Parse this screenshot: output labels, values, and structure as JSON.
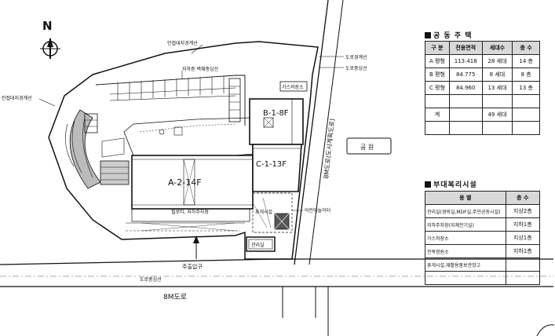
{
  "compass": {
    "label": "N"
  },
  "labels": {
    "adjacent_boundary_top": "인접대지경계선",
    "adjacent_boundary_left": "인접대지경계선",
    "road_boundary_1": "도로경계선",
    "road_boundary_2": "도로중심선",
    "road_center_bottom": "도로중심선",
    "road_bottom": "8M도로",
    "road_right": "8M도로(도시계획도로)",
    "parking_outer_wall": "지하층 벽체중심선",
    "gas_storage": "가스저장소",
    "park": "공 원",
    "building_a": "A-2-14F",
    "building_b": "B-1-8F",
    "building_c": "C-1-13F",
    "pilotis": "필로티, 지하주차장",
    "playground": "어린이놀이터",
    "rest_area": "휴게시설",
    "main_entrance": "주출입구",
    "management_office": "관리실"
  },
  "housing": {
    "title": "공 동 주 택",
    "headers": [
      "구 분",
      "전용면적",
      "세대수",
      "층 수"
    ],
    "rows": [
      [
        "A 평형",
        "113.418",
        "28 세대",
        "14 층"
      ],
      [
        "B 평형",
        "84.775",
        "8 세대",
        "8 층"
      ],
      [
        "C 평형",
        "84.960",
        "13 세대",
        "13 층"
      ],
      [
        "",
        "",
        "",
        ""
      ],
      [
        "계",
        "",
        "49 세대",
        ""
      ],
      [
        "",
        "",
        "",
        ""
      ]
    ]
  },
  "facilities": {
    "title": "부대복리시설",
    "headers": [
      "용 별",
      "층 수"
    ],
    "rows": [
      [
        "관리실(경비실,MDF실,주민공동시설)",
        "지상2층"
      ],
      [
        "지하주차장(지체전기실)",
        "지하1층"
      ],
      [
        "가스저장소",
        "지상1층"
      ],
      [
        "전목정원소",
        "지하1층"
      ],
      [
        "휴게시설,재활용품보관창고",
        ""
      ],
      [
        "",
        ""
      ]
    ]
  }
}
